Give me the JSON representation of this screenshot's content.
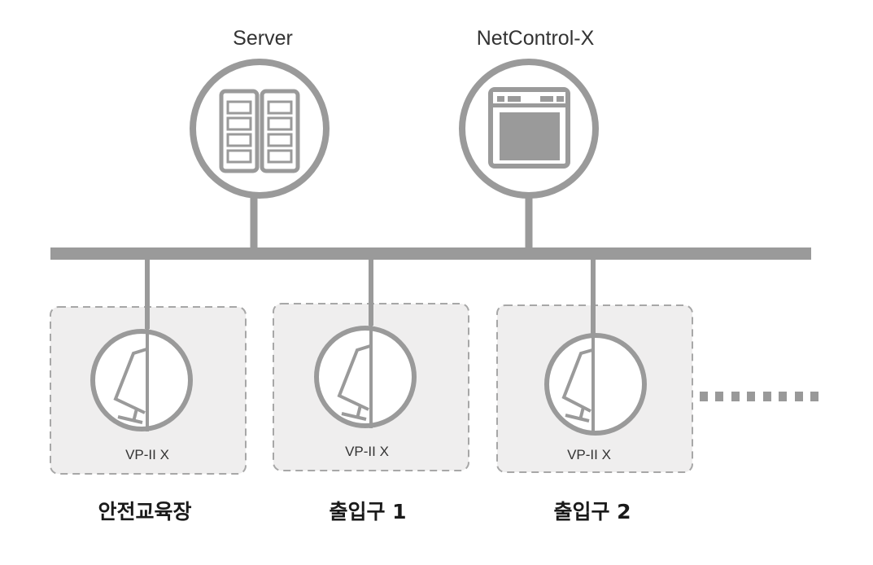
{
  "diagram": {
    "bus_color": "#9a9a9a",
    "zone_fill": "#efeeee",
    "zone_border": "#a7a7a7",
    "top_nodes": [
      {
        "id": "server",
        "label": "Server",
        "icon": "server-rack-icon"
      },
      {
        "id": "netcontrol",
        "label": "NetControl-X",
        "icon": "app-window-icon"
      }
    ],
    "devices": [
      {
        "device_label": "VP-II X",
        "zone_label": "안전교육장",
        "icon": "monitor-terminal-icon"
      },
      {
        "device_label": "VP-II X",
        "zone_label": "출입구 1",
        "icon": "monitor-terminal-icon"
      },
      {
        "device_label": "VP-II X",
        "zone_label": "출입구 2",
        "icon": "monitor-terminal-icon"
      }
    ],
    "continuation": "more-devices-ellipsis"
  }
}
